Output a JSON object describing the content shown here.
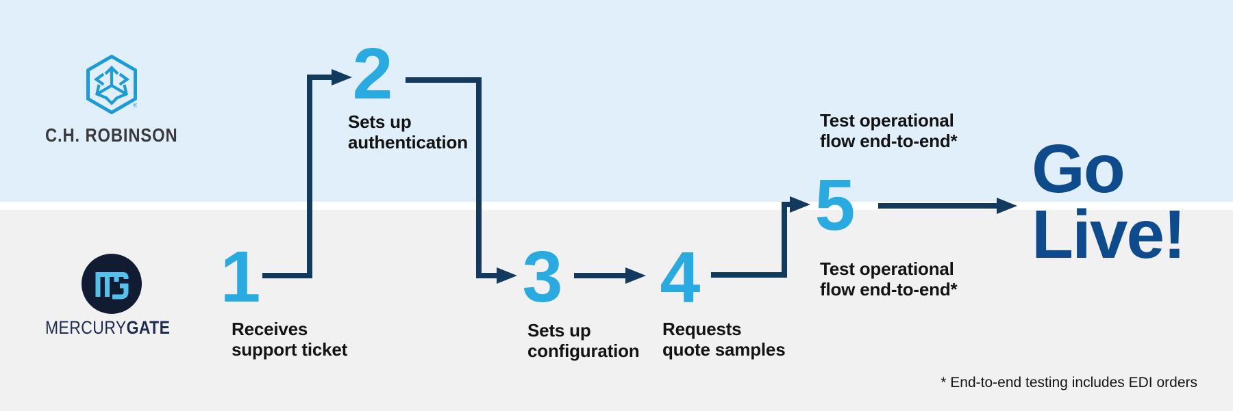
{
  "colors": {
    "band-top": "#e0eff9",
    "band-bottom": "#f1f1f1",
    "divider": "#ffffff",
    "step-blue": "#29abe2",
    "arrow-navy": "#123a5f",
    "golive-blue": "#0e4b8c",
    "text-dark": "#131313",
    "chr-blue": "#1b9cd8",
    "chr-text": "#3a3a3c",
    "mg-circle": "#111b32",
    "mg-mono": "#55c0ec",
    "mg-text": "#1d2b50"
  },
  "lanes": {
    "chrobinson": {
      "wordmark": "C.H. ROBINSON",
      "registered_mark": "®"
    },
    "mercurygate": {
      "wordmark_regular": "MERCURY",
      "wordmark_bold": "GATE"
    }
  },
  "steps": [
    {
      "num": "1",
      "lane": "mercurygate",
      "line1": "Receives",
      "line2": "support ticket"
    },
    {
      "num": "2",
      "lane": "chrobinson",
      "line1": "Sets up",
      "line2": "authentication"
    },
    {
      "num": "3",
      "lane": "mercurygate",
      "line1": "Sets up",
      "line2": "configuration"
    },
    {
      "num": "4",
      "lane": "mercurygate",
      "line1": "Requests",
      "line2": "quote samples"
    },
    {
      "num": "5",
      "lane": "both",
      "line1": "Test operational",
      "line2": "flow end-to-end*"
    }
  ],
  "golive": {
    "line1": "Go",
    "line2": "Live!"
  },
  "footnote": "* End-to-end testing includes EDI orders"
}
